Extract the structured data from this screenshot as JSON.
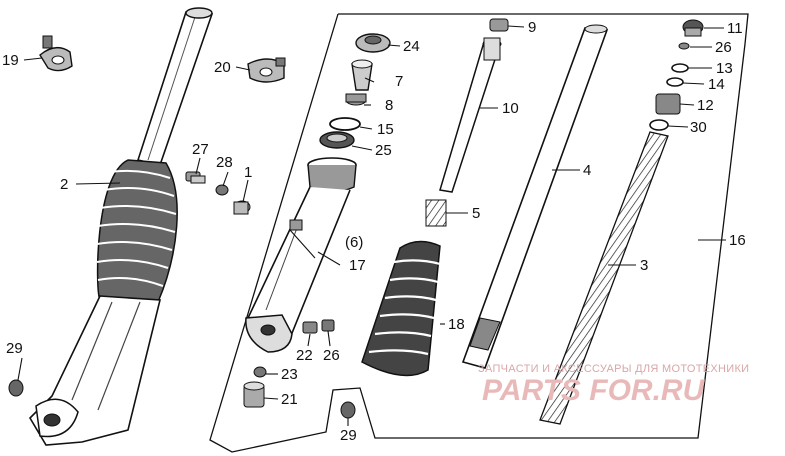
{
  "labels": {
    "l1": "1",
    "l2": "2",
    "l3": "3",
    "l4": "4",
    "l5": "5",
    "l6": "(6)",
    "l7": "7",
    "l8": "8",
    "l9": "9",
    "l10": "10",
    "l11": "11",
    "l12": "12",
    "l13": "13",
    "l14": "14",
    "l15": "15",
    "l16": "16",
    "l17": "17",
    "l18": "18",
    "l19": "19",
    "l20": "20",
    "l21": "21",
    "l22": "22",
    "l23": "23",
    "l24": "24",
    "l25": "25",
    "l26a": "26",
    "l26b": "26",
    "l27": "27",
    "l28": "28",
    "l29a": "29",
    "l29b": "29",
    "l30": "30"
  },
  "watermark": {
    "tagline": "ЗАПЧАСТИ И АКСЕССУАРЫ ДЛЯ МОТОТЕХНИКИ",
    "brand": "PARTS FOR.RU"
  }
}
